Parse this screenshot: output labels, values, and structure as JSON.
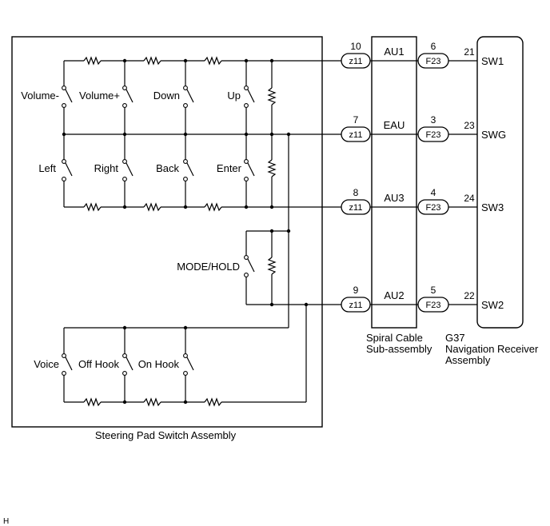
{
  "steering_pad": {
    "label": "Steering Pad Switch Assembly",
    "switches": {
      "volume_minus": "Volume-",
      "volume_plus": "Volume+",
      "down": "Down",
      "up": "Up",
      "left": "Left",
      "right": "Right",
      "back": "Back",
      "enter": "Enter",
      "mode_hold": "MODE/HOLD",
      "voice": "Voice",
      "off_hook": "Off Hook",
      "on_hook": "On Hook"
    }
  },
  "spiral_cable": {
    "label_line1": "Spiral Cable",
    "label_line2": "Sub-assembly",
    "signals": {
      "au1": "AU1",
      "eau": "EAU",
      "au3": "AU3",
      "au2": "AU2"
    }
  },
  "navigation_receiver": {
    "code": "G37",
    "label_line1": "Navigation Receiver",
    "label_line2": "Assembly",
    "terminals": {
      "sw1": "SW1",
      "swg": "SWG",
      "sw3": "SW3",
      "sw2": "SW2"
    }
  },
  "connectors": {
    "z11": "z11",
    "f23": "F23"
  },
  "pins": {
    "z11_au1": "10",
    "z11_eau": "7",
    "z11_au3": "8",
    "z11_au2": "9",
    "f23_au1": "6",
    "f23_eau": "3",
    "f23_au3": "4",
    "f23_au2": "5",
    "g37_sw1": "21",
    "g37_swg": "23",
    "g37_sw3": "24",
    "g37_sw2": "22"
  },
  "corner_mark": "H"
}
